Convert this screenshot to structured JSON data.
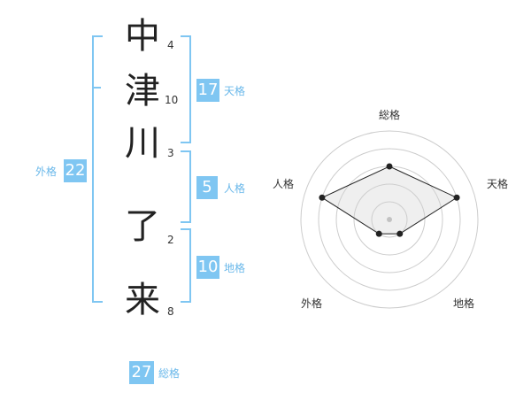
{
  "name_chars": [
    {
      "char": "中",
      "strokes": "4"
    },
    {
      "char": "津",
      "strokes": "10"
    },
    {
      "char": "川",
      "strokes": "3"
    },
    {
      "char": "了",
      "strokes": "2"
    },
    {
      "char": "来",
      "strokes": "8"
    }
  ],
  "fortunes": {
    "tenkaku": {
      "value": "17",
      "label": "天格"
    },
    "jinkaku": {
      "value": "5",
      "label": "人格"
    },
    "chikaku": {
      "value": "10",
      "label": "地格"
    },
    "gaikaku": {
      "value": "22",
      "label": "外格"
    },
    "soukaku": {
      "value": "27",
      "label": "総格"
    }
  },
  "radar": {
    "axes": [
      "総格",
      "天格",
      "地格",
      "外格",
      "人格"
    ],
    "levels": [
      3,
      4,
      1,
      1,
      4
    ],
    "max_level": 5
  },
  "colors": {
    "accent": "#7fc6f2",
    "accent_text": "#6ab8ea"
  }
}
